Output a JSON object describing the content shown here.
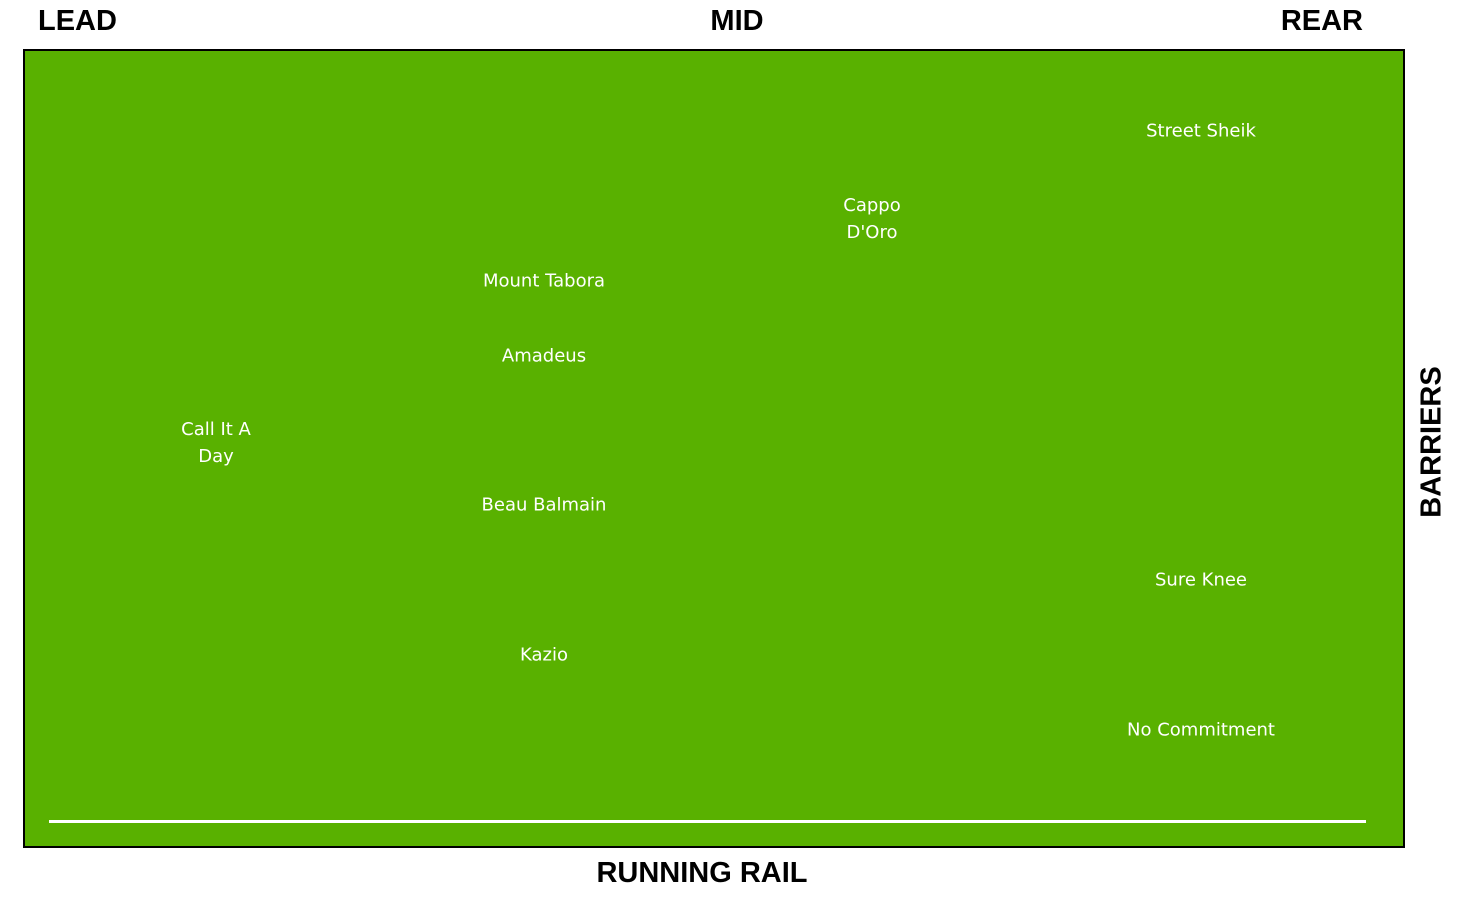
{
  "labels": {
    "lead": "LEAD",
    "mid": "MID",
    "rear": "REAR",
    "running_rail": "RUNNING RAIL",
    "barriers": "BARRIERS"
  },
  "colors": {
    "field": "#59b100",
    "rail": "#ffffff",
    "text": "#ffffff"
  },
  "horses": [
    "Street Sheik",
    "Cappo D'Oro",
    "Mount Tabora",
    "Amadeus",
    "Call It A Day",
    "Beau Balmain",
    "Sure Knee",
    "Kazio",
    "No Commitment"
  ]
}
